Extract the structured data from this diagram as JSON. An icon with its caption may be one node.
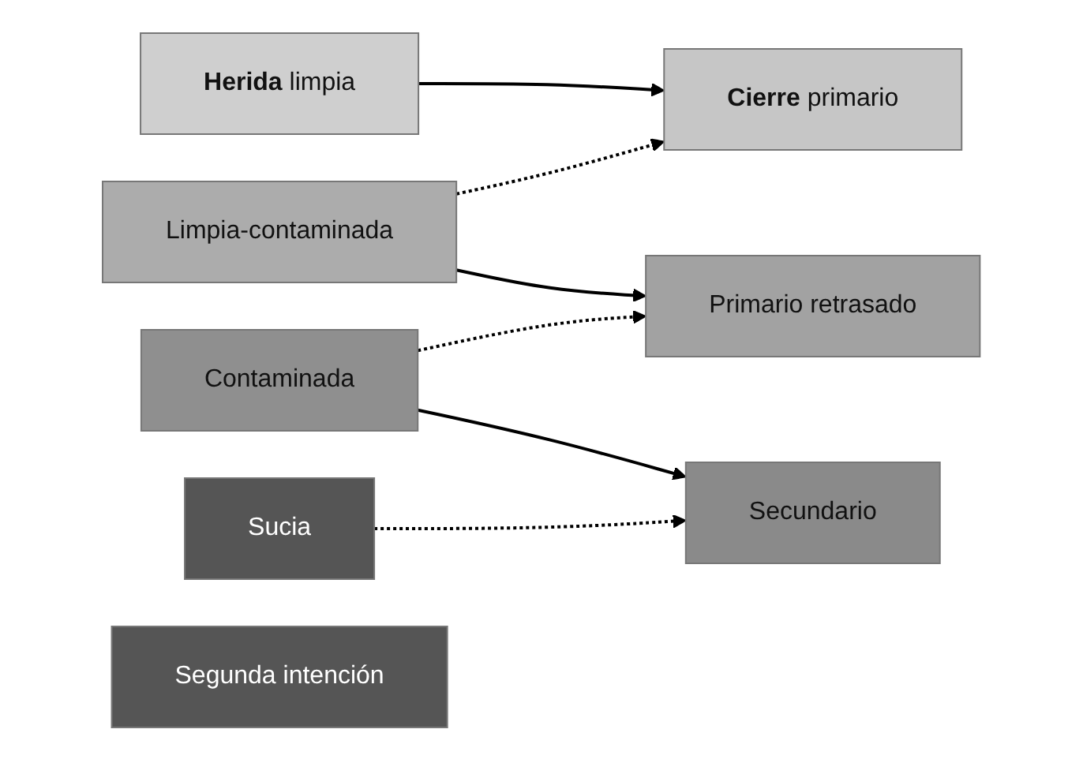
{
  "diagram": {
    "nodes": [
      {
        "text": [
          "**Herida** limpia"
        ]
      },
      {
        "text": [
          "Limpia-contaminada"
        ]
      },
      {
        "text": [
          "Contaminada"
        ]
      },
      {
        "text": [
          "Sucia"
        ]
      },
      {
        "text": [
          "**Cierre** primario"
        ]
      },
      {
        "text": [
          "Primario retrasado"
        ]
      },
      {
        "text": [
          "Secundario"
        ]
      },
      {
        "text": [
          "Segunda intención"
        ]
      }
    ],
    "edges": [
      {
        "from": 0,
        "to": 4,
        "arrow": "to"
      },
      {
        "from": 1,
        "to": 4,
        "arrow": "to",
        "style": "dashed"
      },
      {
        "from": 1,
        "to": 5,
        "arrow": "to"
      },
      {
        "from": 2,
        "to": 5,
        "arrow": "to",
        "style": "dashed"
      },
      {
        "from": 2,
        "to": 6,
        "arrow": "to"
      },
      {
        "from": 3,
        "to": 6,
        "arrow": "to",
        "style": "dashed"
      }
    ]
  }
}
